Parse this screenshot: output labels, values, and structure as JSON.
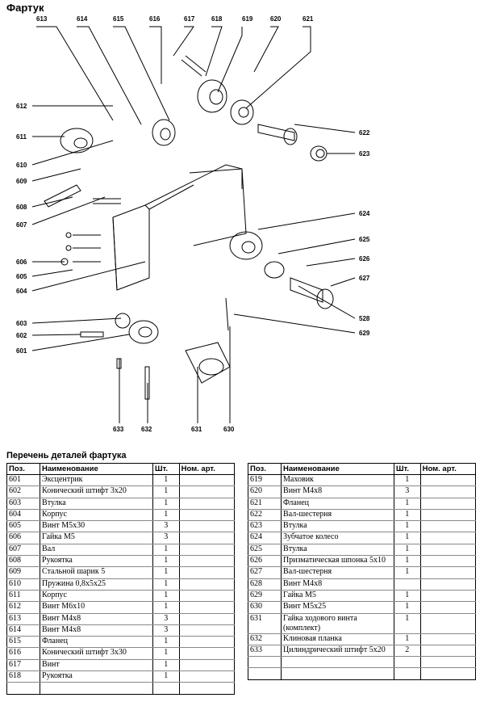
{
  "page_title": "Фартук",
  "callouts": [
    "613",
    "614",
    "615",
    "616",
    "617",
    "618",
    "619",
    "620",
    "621",
    "612",
    "611",
    "610",
    "609",
    "608",
    "607",
    "606",
    "605",
    "604",
    "603",
    "602",
    "601",
    "622",
    "623",
    "624",
    "625",
    "626",
    "627",
    "528",
    "629",
    "633",
    "632",
    "631",
    "630"
  ],
  "list_title": "Перечень деталей фартука",
  "table_headers": {
    "pos": "Поз.",
    "name": "Наименование",
    "qty": "Шт.",
    "art": "Ном. арт."
  },
  "left_rows": [
    {
      "pos": "601",
      "name": "Эксцентрик",
      "qty": "1",
      "art": ""
    },
    {
      "pos": "602",
      "name": "Конический штифт 3х20",
      "qty": "1",
      "art": ""
    },
    {
      "pos": "603",
      "name": "Втулка",
      "qty": "1",
      "art": ""
    },
    {
      "pos": "604",
      "name": "Корпус",
      "qty": "1",
      "art": ""
    },
    {
      "pos": "605",
      "name": "Винт М5х30",
      "qty": "3",
      "art": ""
    },
    {
      "pos": "606",
      "name": "Гайка М5",
      "qty": "3",
      "art": ""
    },
    {
      "pos": "607",
      "name": "Вал",
      "qty": "1",
      "art": ""
    },
    {
      "pos": "608",
      "name": "Рукоятка",
      "qty": "1",
      "art": ""
    },
    {
      "pos": "609",
      "name": "Стальной шарик 5",
      "qty": "1",
      "art": ""
    },
    {
      "pos": "610",
      "name": "Пружина 0,8х5х25",
      "qty": "1",
      "art": ""
    },
    {
      "pos": "611",
      "name": "Корпус",
      "qty": "1",
      "art": ""
    },
    {
      "pos": "612",
      "name": "Винт М6х10",
      "qty": "1",
      "art": ""
    },
    {
      "pos": "613",
      "name": "Винт М4х8",
      "qty": "3",
      "art": ""
    },
    {
      "pos": "614",
      "name": "Винт М4х8",
      "qty": "3",
      "art": ""
    },
    {
      "pos": "615",
      "name": "Фланец",
      "qty": "1",
      "art": ""
    },
    {
      "pos": "616",
      "name": "Конический штифт 3х30",
      "qty": "1",
      "art": ""
    },
    {
      "pos": "617",
      "name": "Винт",
      "qty": "1",
      "art": ""
    },
    {
      "pos": "618",
      "name": "Рукоятка",
      "qty": "1",
      "art": ""
    },
    {
      "pos": "",
      "name": "",
      "qty": "",
      "art": ""
    }
  ],
  "right_rows": [
    {
      "pos": "619",
      "name": "Маховик",
      "qty": "1",
      "art": ""
    },
    {
      "pos": "620",
      "name": "Винт М4х8",
      "qty": "3",
      "art": ""
    },
    {
      "pos": "621",
      "name": "Фланец",
      "qty": "1",
      "art": ""
    },
    {
      "pos": "622",
      "name": "Вал-шестерня",
      "qty": "1",
      "art": ""
    },
    {
      "pos": "623",
      "name": "Втулка",
      "qty": "1",
      "art": ""
    },
    {
      "pos": "624",
      "name": "Зубчатое колесо",
      "qty": "1",
      "art": ""
    },
    {
      "pos": "625",
      "name": "Втулка",
      "qty": "1",
      "art": ""
    },
    {
      "pos": "626",
      "name": "Призматическая шпонка 5х10",
      "qty": "1",
      "art": ""
    },
    {
      "pos": "627",
      "name": "Вал-шестерня",
      "qty": "1",
      "art": ""
    },
    {
      "pos": "628",
      "name": "Винт М4х8",
      "qty": "",
      "art": ""
    },
    {
      "pos": "629",
      "name": "Гайка М5",
      "qty": "1",
      "art": ""
    },
    {
      "pos": "630",
      "name": "Винт М5х25",
      "qty": "1",
      "art": ""
    },
    {
      "pos": "631",
      "name": "Гайка ходового винта (комплект)",
      "qty": "1",
      "art": ""
    },
    {
      "pos": "632",
      "name": "Клиновая планка",
      "qty": "1",
      "art": ""
    },
    {
      "pos": "633",
      "name": "Цилиндрический штифт 5х20",
      "qty": "2",
      "art": ""
    },
    {
      "pos": "",
      "name": "",
      "qty": "",
      "art": ""
    },
    {
      "pos": "",
      "name": "",
      "qty": "",
      "art": ""
    }
  ]
}
